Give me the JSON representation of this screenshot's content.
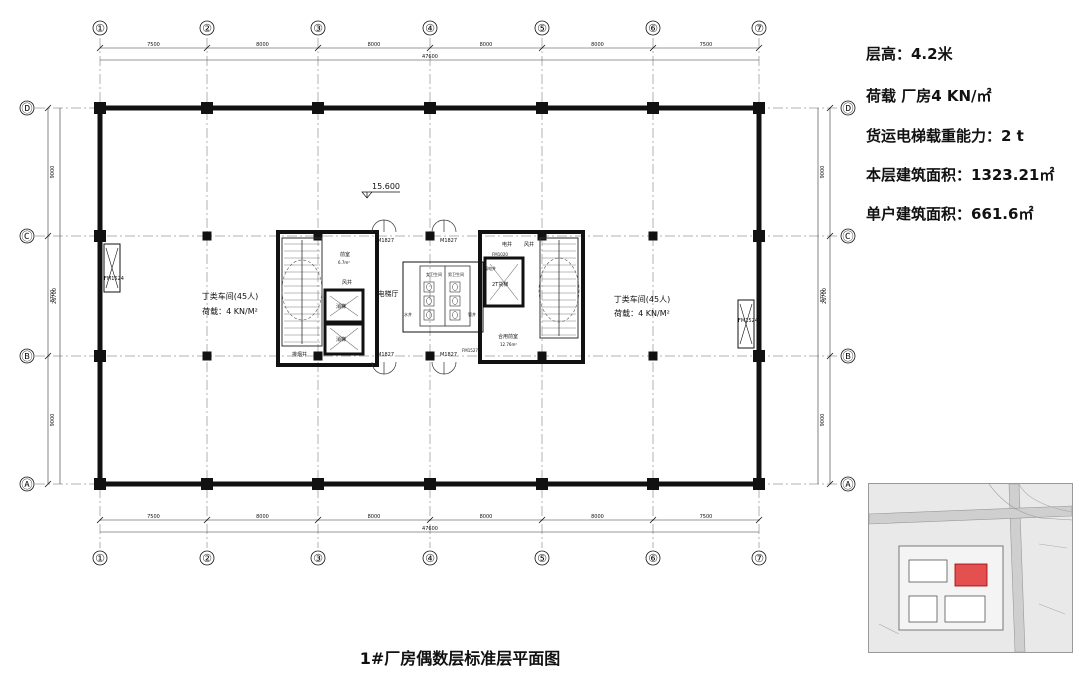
{
  "info": {
    "floor_height": "层高：4.2米",
    "load": "荷载   厂房4 KN/㎡",
    "elevator": "货运电梯载重能力：2 t",
    "floor_area": "本层建筑面积：1323.21㎡",
    "unit_area": "单户建筑面积：661.6㎡"
  },
  "caption": "1#厂房偶数层标准层平面图",
  "plan": {
    "columns": [
      "①",
      "②",
      "③",
      "④",
      "⑤",
      "⑥",
      "⑦"
    ],
    "rows": [
      "Ⓓ",
      "Ⓒ",
      "Ⓑ",
      "Ⓐ"
    ],
    "bay_dims": [
      "7500",
      "8000",
      "8000",
      "8000",
      "8000",
      "7500"
    ],
    "total_width": "47600",
    "row_dims": [
      "9000",
      "8700",
      "9000"
    ],
    "total_depth": "26700",
    "elevation": "15.600",
    "workshop_left": "丁类车间(45人)",
    "workshop_left_load": "荷载：4 KN/M²",
    "workshop_right": "丁类车间(45人)",
    "workshop_right_load": "荷载：4 KN/M²",
    "elevator_hall": "电梯厅",
    "door_m1827": "M1827",
    "door_fm1524": "FM1524",
    "door_fm1020": "FM1020",
    "door_fm1527": "FM1527",
    "room_wind": "风井",
    "room_power": "电井",
    "room_tube": "管井",
    "room_weak": "弱电井",
    "room_guard": "前室",
    "room_guard_area": "6.7m²",
    "room_water": "水井",
    "room_ladies": "女卫生间",
    "room_gents": "男卫生间",
    "room_shared": "合用前室",
    "room_shared_area": "12.76m²",
    "room_fire_elev": "消梯",
    "room_freight_elev": "2T货梯",
    "room_smoke": "排烟井"
  }
}
